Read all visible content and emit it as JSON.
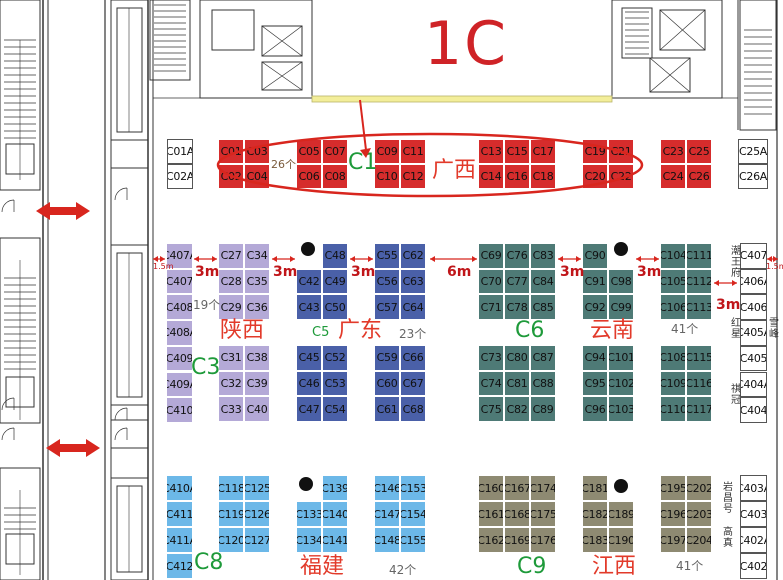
{
  "hall_title": "1C",
  "row1": {
    "booths": [
      "C01A",
      "C02A",
      "C01",
      "C03",
      "C02",
      "C04",
      "C05",
      "C07",
      "C06",
      "C08",
      "C09",
      "C11",
      "C10",
      "C12",
      "C13",
      "C15",
      "C17",
      "C14",
      "C16",
      "C18",
      "C19",
      "C21",
      "C20",
      "C22",
      "C23",
      "C25",
      "C24",
      "C26",
      "C25A",
      "C26A"
    ],
    "zone_label": "C1",
    "province": "广西",
    "gap_label": "26个"
  },
  "row2": {
    "booths": [
      "C407A",
      "C407",
      "C408",
      "C408A",
      "C409",
      "C409A",
      "C410",
      "C27",
      "C34",
      "C28",
      "C35",
      "C29",
      "C36",
      "C31",
      "C38",
      "C32",
      "C39",
      "C33",
      "C40",
      "C48",
      "C42",
      "C49",
      "C43",
      "C50",
      "C45",
      "C52",
      "C46",
      "C53",
      "C47",
      "C54",
      "C55",
      "C62",
      "C56",
      "C63",
      "C57",
      "C64",
      "C59",
      "C66",
      "C60",
      "C67",
      "C61",
      "C68",
      "C69",
      "C76",
      "C83",
      "C70",
      "C77",
      "C84",
      "C71",
      "C78",
      "C85",
      "C73",
      "C80",
      "C87",
      "C74",
      "C81",
      "C88",
      "C75",
      "C82",
      "C89",
      "C90",
      "C91",
      "C98",
      "C92",
      "C99",
      "C94",
      "C101",
      "C95",
      "C102",
      "C96",
      "C103",
      "C104",
      "C111",
      "C105",
      "C112",
      "C106",
      "C113",
      "C108",
      "C115",
      "C109",
      "C116",
      "C110",
      "C117",
      "C407",
      "C406A",
      "C406",
      "C405A",
      "C405",
      "C404A",
      "C404"
    ],
    "zones": [
      "C3",
      "C5",
      "C6"
    ],
    "provinces": [
      "陕西",
      "广东",
      "云南"
    ],
    "counts": [
      "19个",
      "23个",
      "41个"
    ],
    "spacings": [
      "3m",
      "3m",
      "3m",
      "6m",
      "3m",
      "3m",
      "3m",
      "1.5m",
      "1.5m"
    ],
    "side_names": [
      "潮王府",
      "红星",
      "祺冠",
      "雪峰"
    ]
  },
  "row3": {
    "booths": [
      "C410A",
      "C411",
      "C411A",
      "C412",
      "C118",
      "C125",
      "C119",
      "C126",
      "C120",
      "C127",
      "C139",
      "C133",
      "C140",
      "C134",
      "C141",
      "C146",
      "C153",
      "C147",
      "C154",
      "C148",
      "C155",
      "C160",
      "C167",
      "C174",
      "C161",
      "C168",
      "C175",
      "C162",
      "C169",
      "C176",
      "C181",
      "C182",
      "C189",
      "C183",
      "C190",
      "C195",
      "C202",
      "C196",
      "C203",
      "C197",
      "C204",
      "C403A",
      "C403",
      "C402A",
      "C402"
    ],
    "zones": [
      "C8",
      "C9"
    ],
    "provinces": [
      "福建",
      "江西"
    ],
    "counts": [
      "42个",
      "41个"
    ],
    "side_names": [
      "岩昌号",
      "高真"
    ]
  },
  "colors": {
    "red": "#d62c2c",
    "lavender": "#b4a9d7",
    "navy": "#4a60a8",
    "teal": "#4e7a76",
    "sky": "#6cb8e8",
    "olive": "#8e8a72",
    "hall_title": "#cf2327",
    "province": "#e23a2a",
    "zone": "#1e9a3a",
    "marker": "#d8261e"
  },
  "icons": [
    "double-arrow-icon",
    "column-dot-icon",
    "stair-icon",
    "elevator-icon",
    "door-swing-icon"
  ]
}
